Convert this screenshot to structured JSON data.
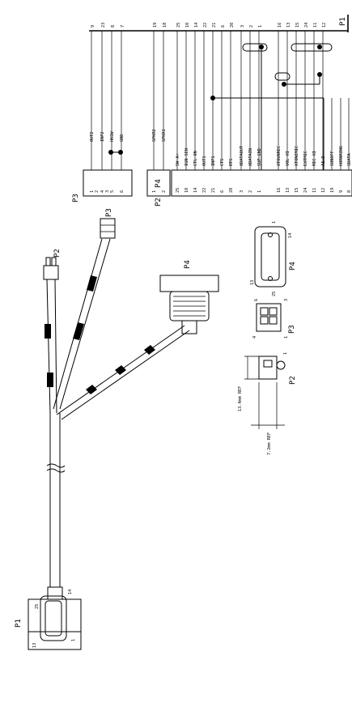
{
  "schematic": {
    "p1_label": "P1",
    "p1_pins": [
      "9",
      "23",
      "8",
      "7",
      "19",
      "18",
      "25",
      "10",
      "14",
      "22",
      "21",
      "6",
      "20",
      "3",
      "2",
      "1",
      "16",
      "13",
      "15",
      "24",
      "11",
      "12"
    ],
    "p3_label": "P3",
    "p3_signals": [
      {
        "pin": "1",
        "name": "OUT2"
      },
      {
        "pin": "4",
        "name": "INP2"
      },
      {
        "pin": "5",
        "name": "HKSW"
      },
      {
        "pin": "6",
        "name": "GND"
      }
    ],
    "p3_extra_pins": [
      "2",
      "3"
    ],
    "p2_label": "P2",
    "p2_signals": [
      {
        "pin": "1",
        "name": "SPKR2"
      },
      {
        "pin": "2",
        "name": "SPKR1"
      }
    ],
    "p4_label": "P4",
    "p4_signals": [
      {
        "pin": "25",
        "name": "SW A+"
      },
      {
        "pin": "10",
        "name": "IGN SEN"
      },
      {
        "pin": "14",
        "name": "CTL ON"
      },
      {
        "pin": "22",
        "name": "OUT1"
      },
      {
        "pin": "21",
        "name": "INP1"
      },
      {
        "pin": "6",
        "name": "CTS"
      },
      {
        "pin": "20",
        "name": "RTS"
      },
      {
        "pin": "3",
        "name": "XDATAOUT"
      },
      {
        "pin": "2",
        "name": "XDATAIN"
      },
      {
        "pin": "1",
        "name": "SUP GND"
      },
      {
        "pin": "16",
        "name": "XTOUNREC"
      },
      {
        "pin": "13",
        "name": "VOL HI"
      },
      {
        "pin": "15",
        "name": "XTONEMIC"
      },
      {
        "pin": "24",
        "name": "EXTMIC"
      },
      {
        "pin": "11",
        "name": "MIC HI"
      },
      {
        "pin": "12",
        "name": "AI.D"
      },
      {
        "pin": "19",
        "name": "SONOFF"
      },
      {
        "pin": "9",
        "name": "HORNRING"
      },
      {
        "pin": "8",
        "name": "SDATA"
      }
    ]
  },
  "cable": {
    "p1_label": "P1",
    "p2_label": "P2",
    "p3_label": "P3",
    "p4_label": "P4"
  },
  "connector_views": {
    "p1_view": {
      "pin_25": "25",
      "pin_14": "14",
      "pin_13": "13",
      "pin_1": "1"
    },
    "p4_view": {
      "pin_1": "1",
      "pin_14": "14",
      "pin_13": "13",
      "pin_25": "25",
      "label": "P4"
    },
    "p3_view": {
      "pin_6": "6",
      "pin_3": "3",
      "pin_4": "4",
      "pin_1": "1",
      "label": "P3"
    },
    "p2_view": {
      "pin_1": "1",
      "height_dim": "13.4mm REF",
      "width_dim": "7.2mm REF",
      "label": "P2"
    }
  }
}
